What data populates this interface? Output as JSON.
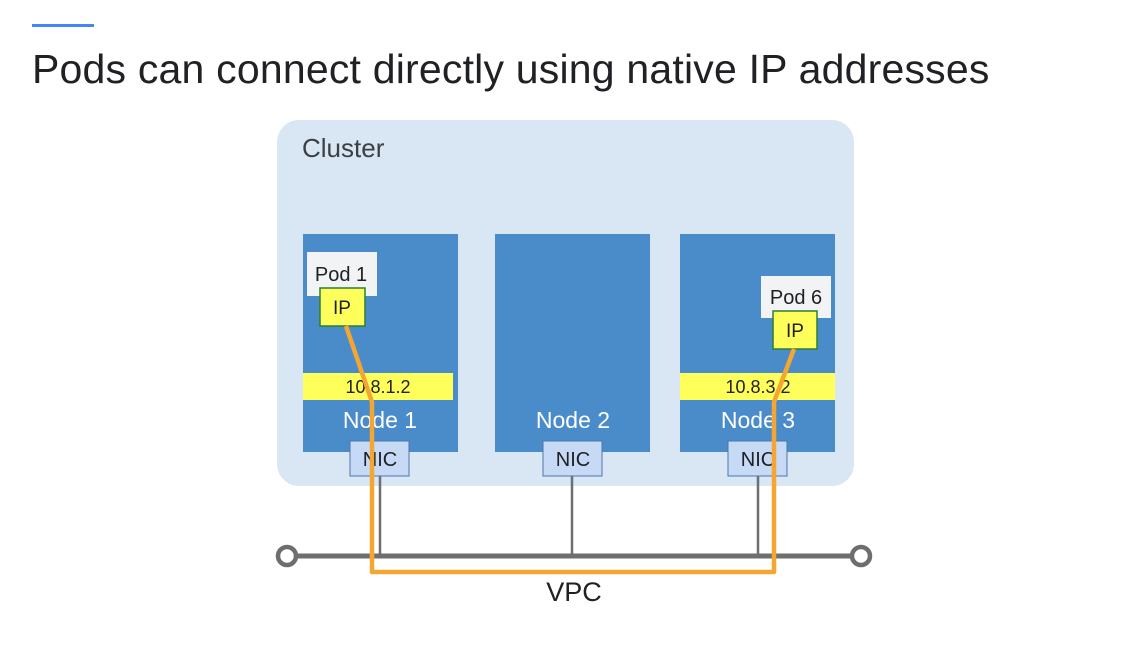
{
  "slide": {
    "title": "Pods can connect directly using native IP addresses"
  },
  "diagram": {
    "cluster_label": "Cluster",
    "nodes": [
      {
        "label": "Node 1",
        "nic": "NIC",
        "ip_bar": "10.8.1.2",
        "pod": "Pod 1",
        "pod_ip": "IP"
      },
      {
        "label": "Node 2",
        "nic": "NIC"
      },
      {
        "label": "Node 3",
        "nic": "NIC",
        "ip_bar": "10.8.3.2",
        "pod": "Pod 6",
        "pod_ip": "IP"
      }
    ],
    "network_label": "VPC"
  },
  "colors": {
    "accent": "#4285f4",
    "cluster_bg": "#d9e6f3",
    "node_bg": "#4a8bc9",
    "nic_bg": "#c6d9f5",
    "ip_yellow": "#ffff5c",
    "path_orange": "#f5a531",
    "network_gray": "#6e6e6e"
  }
}
